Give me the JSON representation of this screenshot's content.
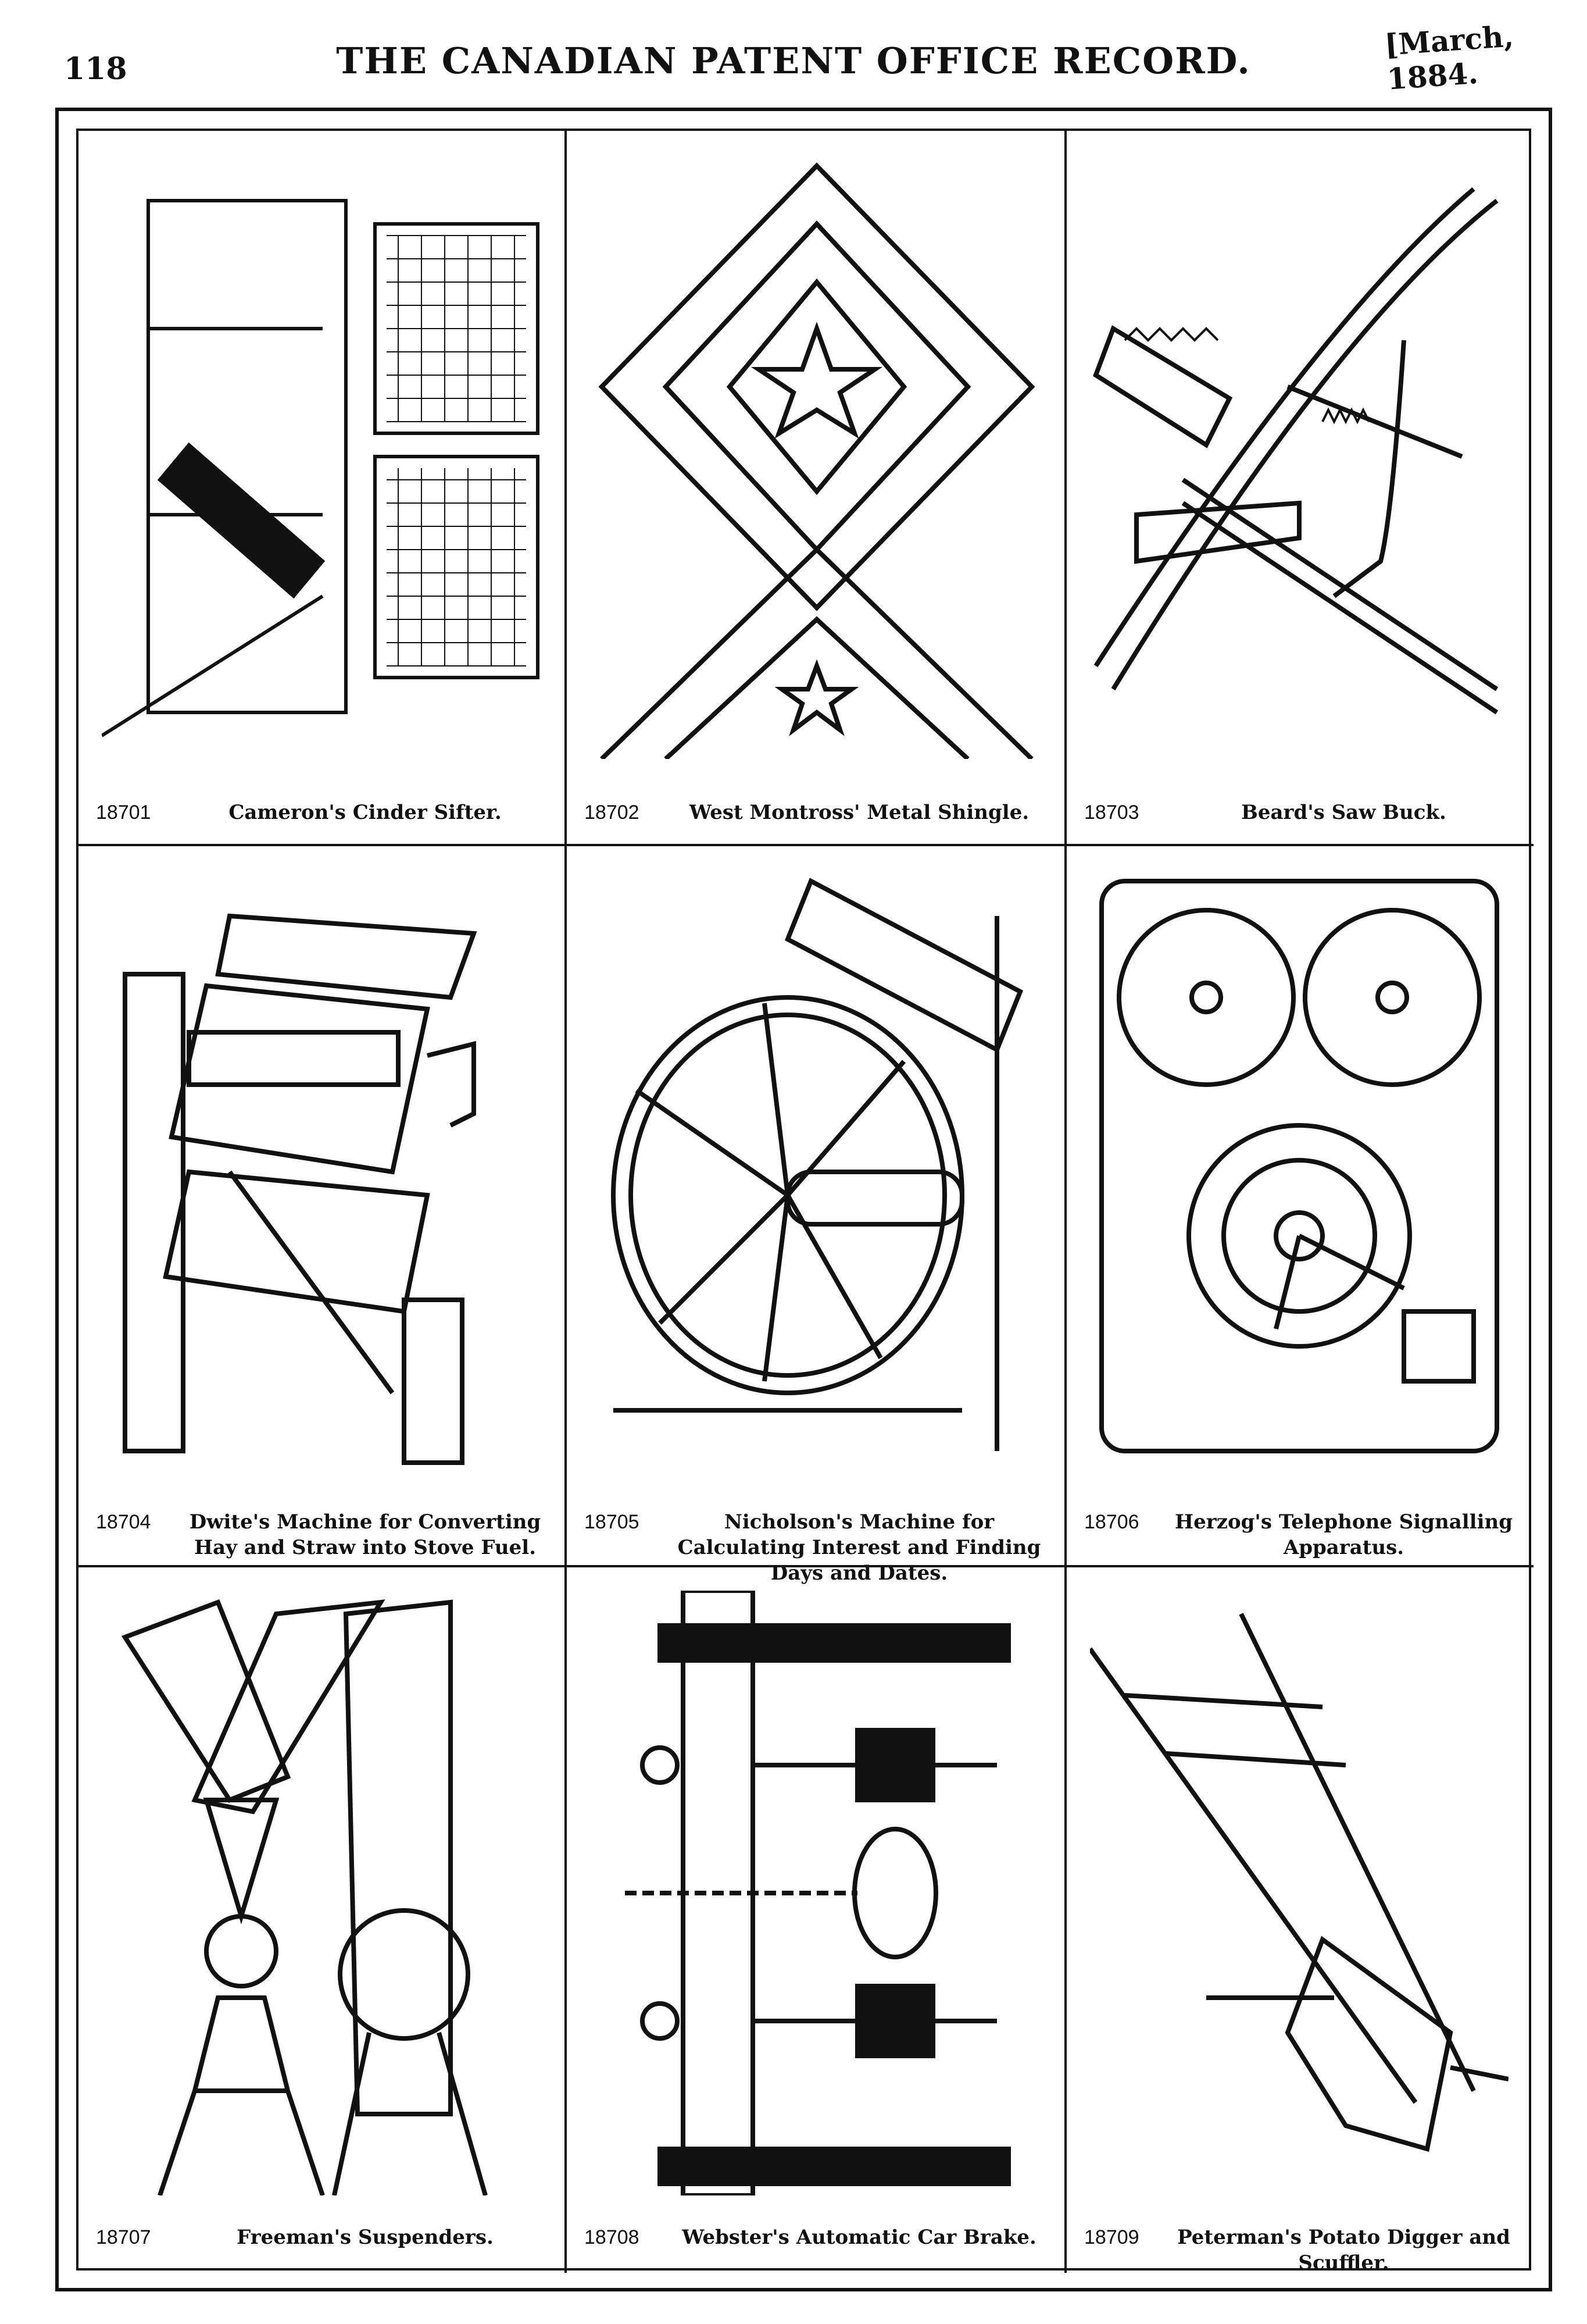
{
  "header": {
    "page_number": "118",
    "journal_title": "THE CANADIAN PATENT OFFICE RECORD.",
    "date": "[March, 1884."
  },
  "patents": [
    {
      "number": "18701",
      "title": "Cameron's Cinder Sifter."
    },
    {
      "number": "18702",
      "title": "West Montross' Metal Shingle."
    },
    {
      "number": "18703",
      "title": "Beard's Saw Buck."
    },
    {
      "number": "18704",
      "title": "Dwite's Machine for Converting Hay and Straw into Stove Fuel."
    },
    {
      "number": "18705",
      "title": "Nicholson's Machine for Calculating Interest and Finding Days and Dates."
    },
    {
      "number": "18706",
      "title": "Herzog's Telephone Signalling Apparatus."
    },
    {
      "number": "18707",
      "title": "Freeman's Suspenders."
    },
    {
      "number": "18708",
      "title": "Webster's Automatic Car Brake."
    },
    {
      "number": "18709",
      "title": "Peterman's Potato Digger and Scuffler."
    }
  ]
}
